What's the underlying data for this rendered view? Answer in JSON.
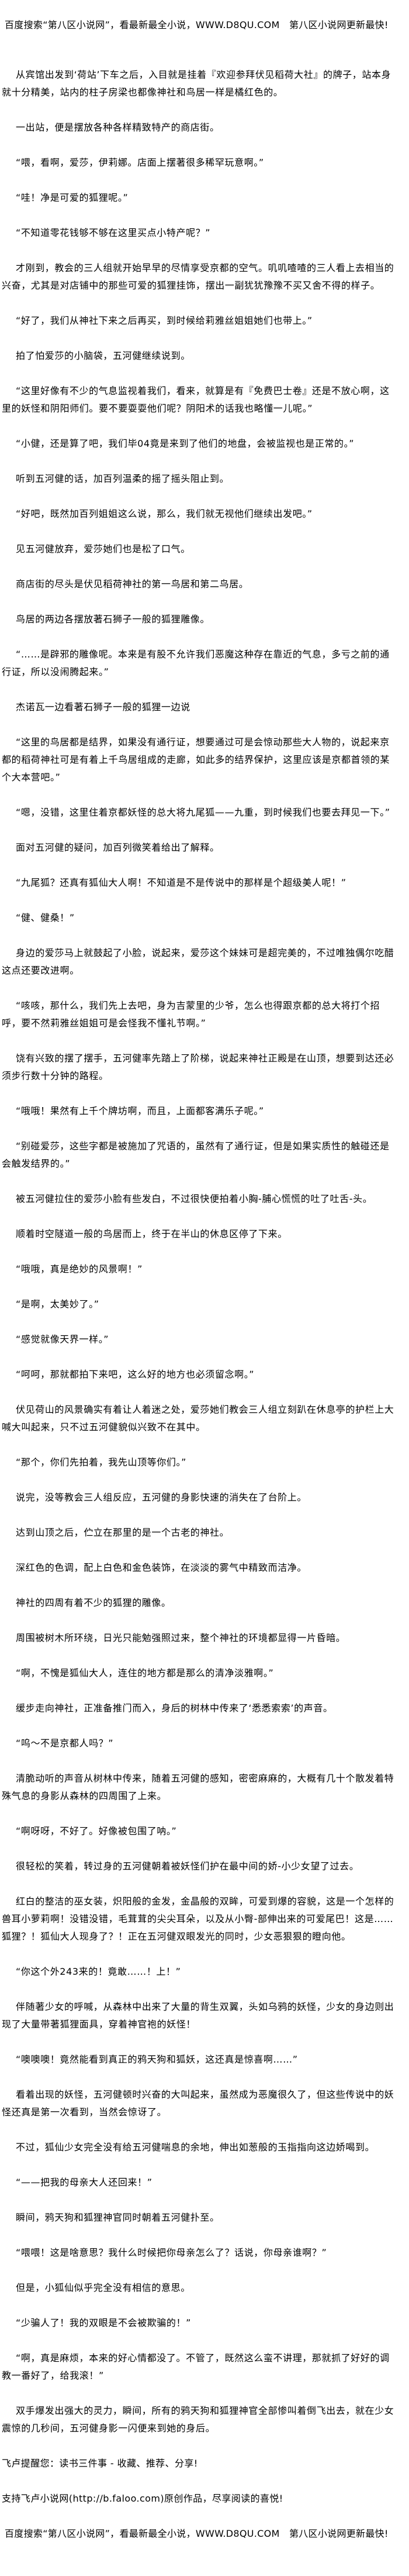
{
  "banner": "百度搜索“第八区小说网”，看最新最全小说，WWW.D8QU.COM　第八区小说网更新最快!",
  "paragraphs": [
    "从宾馆出发到‘荷站’下车之后，入目就是挂着『欢迎参拜伏见稻荷大社』的牌子，站本身就十分精美，站内的柱子房梁也都像神社和鸟居一样是橘红色的。",
    "一出站，便是摆放各种各样精致特产的商店街。",
    "“喂，看啊，爱莎，伊莉娜。店面上摆著很多稀罕玩意啊。”",
    "“哇！净是可爱的狐狸呢。”",
    "“不知道零花钱够不够在这里买点小特产呢？”",
    "才刚到，教会的三人组就开始早早的尽情享受京都的空气。叽叽喳喳的三人看上去相当的兴奋，尤其是对店铺中的那些可爱的狐狸挂饰，摆出一副犹犹豫豫不买又舍不得的样子。",
    "“好了，我们从神社下来之后再买，到时候给莉雅丝姐姐她们也带上。”",
    "拍了怕爱莎的小脑袋，五河健继续说到。",
    "“这里好像有不少的气息监视着我们，看来，就算是有『免费巴士卷』还是不放心啊，这里的妖怪和阴阳师们。要不要耍耍他们呢？阴阳术的话我也略懂一儿呢。”",
    "“小健，还是算了吧，我们毕04竟是来到了他们的地盘，会被监视也是正常的。”",
    "听到五河健的话，加百列温柔的摇了摇头阻止到。",
    "“好吧，既然加百列姐姐这么说，那么，我们就无视他们继续出发吧。”",
    "见五河健放弃，爱莎她们也是松了口气。",
    "商店街的尽头是伏见稻荷神社的第一鸟居和第二鸟居。",
    "鸟居的两边各摆放著石狮子一般的狐狸雕像。",
    "“……是辟邪的雕像呢。本来是有股不允许我们恶魔这种存在靠近的气息，多亏之前的通行证，所以没闹腾起来。”",
    "杰诺瓦一边看著石狮子一般的狐狸一边说",
    "“这里的鸟居都是结界，如果没有通行证，想要通过可是会惊动那些大人物的，说起来京都的稻荷神社可是有着上千鸟居组成的走廊，如此多的结界保护，这里应该是京都首领的某个大本营吧。”",
    "“嗯，没错，这里住着京都妖怪的总大将九尾狐——九重，到时候我们也要去拜见一下。”",
    "面对五河健的疑问，加百列微笑着给出了解释。",
    "“九尾狐？还真有狐仙大人啊！不知道是不是传说中的那样是个超级美人呢！”",
    "“健、健桑！”",
    "身边的爱莎马上就鼓起了小脸，说起来，爱莎这个妹妹可是超完美的，不过唯独偶尔吃醋这点还要改进啊。",
    "“咳咳，那什么，我们先上去吧，身为吉蒙里的少爷，怎么也得跟京都的总大将打个招呼，要不然莉雅丝姐姐可是会怪我不懂礼节啊。”",
    "饶有兴致的摆了摆手，五河健率先踏上了阶梯，说起来神社正殿是在山顶，想要到达还必须步行数十分钟的路程。",
    "“哦哦！果然有上千个牌坊啊，而且，上面都客满乐子呢。”",
    "“别碰爱莎，这些字都是被施加了咒语的，虽然有了通行证，但是如果实质性的触碰还是会触发结界的。”",
    "被五河健拉住的爱莎小脸有些发白，不过很快便拍着小胸-脯心慌慌的吐了吐舌-头。",
    "顺着时空隧道一般的鸟居而上，终于在半山的休息区停了下来。",
    "“哦哦，真是绝妙的风景啊！”",
    "“是啊，太美妙了。”",
    "“感觉就像天界一样。”",
    "“呵呵，那就都拍下来吧，这么好的地方也必须留念啊。”",
    "伏见荷山的风景确实有着让人着迷之处，爱莎她们教会三人组立刻趴在休息亭的护栏上大喊大叫起来，只不过五河健貌似兴致不在其中。",
    "“那个，你们先拍着，我先山顶等你们。”",
    "说完，没等教会三人组反应，五河健的身影快速的消失在了台阶上。",
    "达到山顶之后，伫立在那里的是一个古老的神社。",
    "深红色的色调，配上白色和金色装饰，在淡淡的雾气中精致而洁净。",
    "神社的四周有着不少的狐狸的雕像。",
    "周围被树木所环绕，日光只能勉强照过来，整个神社的环境都显得一片昏暗。",
    "“啊，不愧是狐仙大人，连住的地方都是那么的清净淡雅啊。”",
    "缓步走向神社，正准备推门而入，身后的树林中传来了‘悉悉索索’的声音。",
    "“呜～不是京都人吗？”",
    "清脆动听的声音从树林中传来，随着五河健的感知，密密麻麻的，大概有几十个散发着特殊气息的身影从森林的四周围了上来。",
    "“啊呀呀，不好了。好像被包围了呐。”",
    "很轻松的笑着，转过身的五河健朝着被妖怪们护在最中间的娇-小少女望了过去。",
    "红白的整洁的巫女装，炽阳般的金发，金晶般的双眸，可爱到爆的容貌，这是一个怎样的兽耳小萝莉啊！没错没错，毛茸茸的尖尖耳朵，以及从小臀-部伸出来的可爱尾巴！这是……狐狸？！狐仙大人现身了？！正在五河健双眼发光的同时，少女恶狠狠的瞪向他。",
    "“你这个外243来的！竟敢……！上！”",
    "伴随著少女的呼喊，从森林中出来了大量的背生双翼，头如乌鸦的妖怪，少女的身边则出现了大量带著狐狸面具，穿着神官袍的妖怪！",
    "“噢噢噢！竟然能看到真正的鸦天狗和狐妖，这还真是惊喜啊……”",
    "看着出现的妖怪，五河健顿时兴奋的大叫起来，虽然成为恶魔很久了，但这些传说中的妖怪还真是第一次看到，当然会惊讶了。",
    "不过，狐仙少女完全没有给五河健喘息的余地，伸出如葱般的玉指指向这边娇喝到。",
    "“——把我的母亲大人还回来！”",
    "瞬间，鸦天狗和狐狸神官同时朝着五河健扑至。",
    "“喂喂！这是啥意思？我什么时候把你母亲怎么了？话说，你母亲谁啊？”",
    "但是，小狐仙似乎完全没有相信的意思。",
    "“少骗人了！我的双眼是不会被欺骗的！”",
    "“啊，真是麻烦，本来的好心情都没了。不管了，既然这么蛮不讲理，那就抓了好好的调教一番好了，给我滚！”",
    "双手爆发出强大的灵力，瞬间，所有的鸦天狗和狐狸神官全部惨叫着倒飞出去，就在少女震惊的几秒间，五河健身影一闪便来到她的身后。"
  ],
  "footer": {
    "reminder": "飞卢提醒您：读书三件事 - 收藏、推荐、分享!",
    "support": "支持飞卢小说网(http://b.faloo.com)原创作品，尽享阅读的喜悦!",
    "banner": "百度搜索“第八区小说网”，看最新最全小说，WWW.D8QU.COM　第八区小说网更新最快!"
  }
}
